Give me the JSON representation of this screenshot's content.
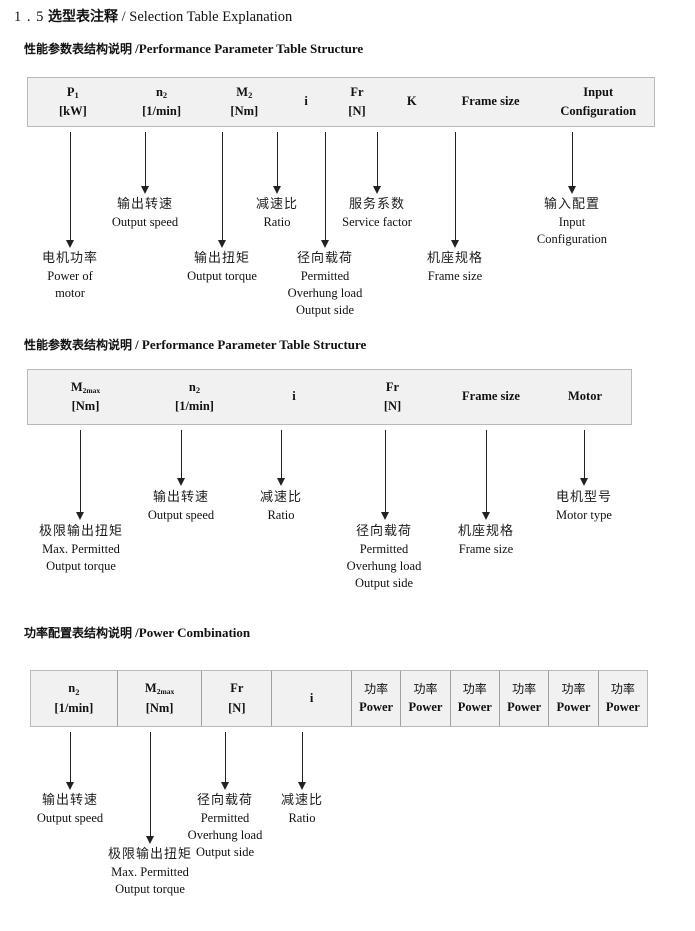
{
  "document": {
    "section_number": "1 . 5",
    "title_cn": "选型表注释",
    "separator": "/",
    "title_en": "Selection Table Explanation"
  },
  "sections": [
    {
      "heading_cn": "性能参数表结构说明",
      "heading_sep": "/",
      "heading_en": "Performance Parameter Table Structure",
      "table": {
        "gridded": false,
        "columns": [
          {
            "sym": "P",
            "sub": "1",
            "unit": "[kW]"
          },
          {
            "sym": "n",
            "sub": "2",
            "unit": "[1/min]"
          },
          {
            "sym": "M",
            "sub": "2",
            "unit": "[Nm]"
          },
          {
            "sym": "i",
            "sub": "",
            "unit": ""
          },
          {
            "sym": "Fr",
            "sub": "",
            "unit": "[N]"
          },
          {
            "sym": "K",
            "sub": "",
            "unit": ""
          },
          {
            "sym": "Frame size",
            "sub": "",
            "unit": ""
          },
          {
            "sym": "Input",
            "sub": "",
            "unit": "Configuration"
          }
        ]
      },
      "callouts": [
        {
          "cn": "电机功率",
          "en": [
            "Power of",
            "motor"
          ]
        },
        {
          "cn": "输出转速",
          "en": [
            "Output speed"
          ]
        },
        {
          "cn": "输出扭矩",
          "en": [
            "Output torque"
          ]
        },
        {
          "cn": "减速比",
          "en": [
            "Ratio"
          ]
        },
        {
          "cn": "径向载荷",
          "en": [
            "Permitted",
            "Overhung load",
            "Output side"
          ]
        },
        {
          "cn": "服务系数",
          "en": [
            "Service factor"
          ]
        },
        {
          "cn": "机座规格",
          "en": [
            "Frame size"
          ]
        },
        {
          "cn": "输入配置",
          "en": [
            "Input",
            "Configuration"
          ]
        }
      ]
    },
    {
      "heading_cn": "性能参数表结构说明",
      "heading_sep": "/",
      "heading_en": "Performance Parameter Table Structure",
      "table": {
        "gridded": false,
        "columns": [
          {
            "sym": "M",
            "sub": "2max",
            "unit": "[Nm]"
          },
          {
            "sym": "n",
            "sub": "2",
            "unit": "[1/min]"
          },
          {
            "sym": "i",
            "sub": "",
            "unit": ""
          },
          {
            "sym": "Fr",
            "sub": "",
            "unit": "[N]"
          },
          {
            "sym": "Frame size",
            "sub": "",
            "unit": ""
          },
          {
            "sym": "Motor",
            "sub": "",
            "unit": ""
          }
        ]
      },
      "callouts": [
        {
          "cn": "极限输出扭矩",
          "en": [
            "Max. Permitted",
            "Output  torque"
          ]
        },
        {
          "cn": "输出转速",
          "en": [
            "Output speed"
          ]
        },
        {
          "cn": "减速比",
          "en": [
            "Ratio"
          ]
        },
        {
          "cn": "径向载荷",
          "en": [
            "Permitted",
            "Overhung load",
            "Output side"
          ]
        },
        {
          "cn": "机座规格",
          "en": [
            "Frame size"
          ]
        },
        {
          "cn": "电机型号",
          "en": [
            "Motor type"
          ]
        }
      ]
    },
    {
      "heading_cn": "功率配置表结构说明",
      "heading_sep": "/",
      "heading_en": "Power Combination",
      "table": {
        "gridded": true,
        "columns": [
          {
            "sym": "n",
            "sub": "2",
            "unit": "[1/min]"
          },
          {
            "sym": "M",
            "sub": "2max",
            "unit": "[Nm]"
          },
          {
            "sym": "Fr",
            "sub": "",
            "unit": "[N]"
          },
          {
            "sym": "i",
            "sub": "",
            "unit": ""
          },
          {
            "sym": "功率",
            "sub": "",
            "unit": "Power"
          },
          {
            "sym": "功率",
            "sub": "",
            "unit": "Power"
          },
          {
            "sym": "功率",
            "sub": "",
            "unit": "Power"
          },
          {
            "sym": "功率",
            "sub": "",
            "unit": "Power"
          },
          {
            "sym": "功率",
            "sub": "",
            "unit": "Power"
          },
          {
            "sym": "功率",
            "sub": "",
            "unit": "Power"
          }
        ]
      },
      "callouts": [
        {
          "cn": "输出转速",
          "en": [
            "Output speed"
          ]
        },
        {
          "cn": "极限输出扭矩",
          "en": [
            "Max. Permitted",
            "Output  torque"
          ]
        },
        {
          "cn": "径向载荷",
          "en": [
            "Permitted",
            "Overhung load",
            "Output side"
          ]
        },
        {
          "cn": "减速比",
          "en": [
            "Ratio"
          ]
        }
      ]
    }
  ]
}
